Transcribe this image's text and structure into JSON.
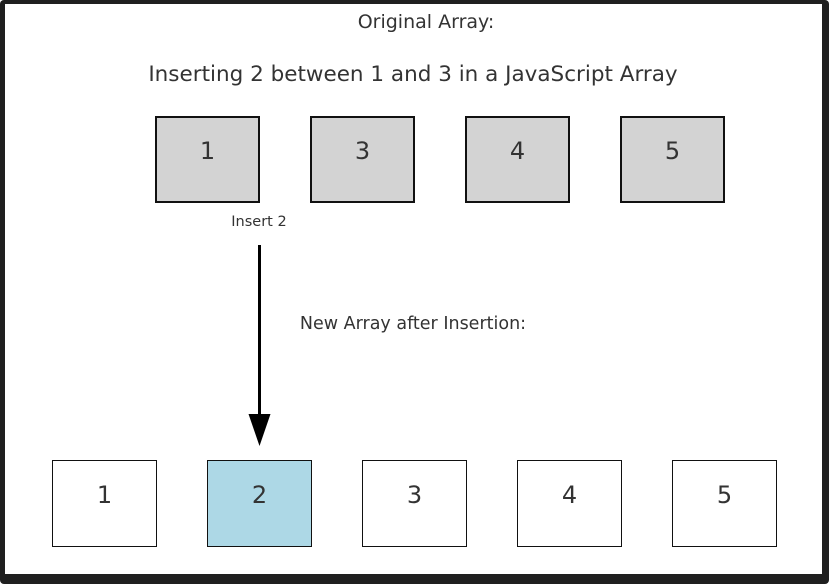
{
  "figure": {
    "top_caption": "Original Array:",
    "main_title": "Inserting 2 between 1 and 3 in a JavaScript Array",
    "insert_label": "Insert 2",
    "bottom_caption": "New Array after Insertion:"
  },
  "original_array": {
    "cells": [
      "1",
      "3",
      "4",
      "5"
    ]
  },
  "new_array": {
    "cells": [
      "1",
      "2",
      "3",
      "4",
      "5"
    ],
    "inserted_value": "2",
    "inserted_index": 1
  },
  "icons": {
    "insert_arrow": "down-arrow"
  },
  "colors": {
    "frame": "#1f1f1f",
    "background": "#ffffff",
    "text": "#333333",
    "cell_border": "#111111",
    "original_cell_fill": "#d3d3d3",
    "new_cell_fill": "#ffffff",
    "inserted_cell_fill": "#add8e6",
    "arrow": "#000000"
  }
}
